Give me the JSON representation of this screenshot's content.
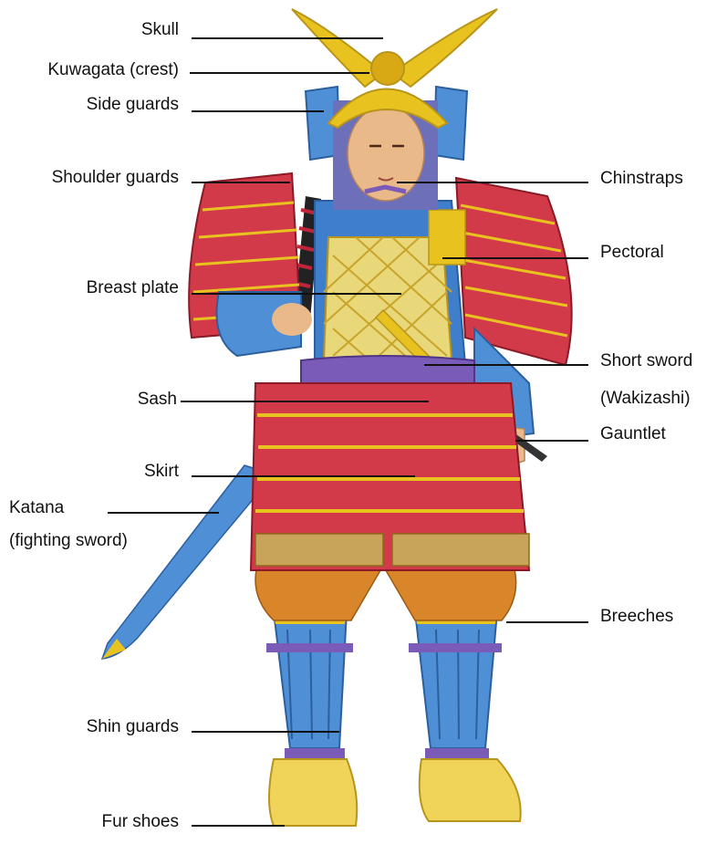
{
  "labels": {
    "skull": "Skull",
    "kuwagata": "Kuwagata (crest)",
    "side_guards": "Side guards",
    "shoulder_guards": "Shoulder guards",
    "breast_plate": "Breast plate",
    "sash": "Sash",
    "skirt": "Skirt",
    "katana_line1": "Katana",
    "katana_line2": "(fighting sword)",
    "shin_guards": "Shin guards",
    "fur_shoes": "Fur shoes",
    "chinstraps": "Chinstraps",
    "pectoral": "Pectoral",
    "short_sword_line1": "Short sword",
    "short_sword_line2": "(Wakizashi)",
    "gauntlet": "Gauntlet",
    "breeches": "Breeches"
  },
  "colors": {
    "armor_blue": "#4f8fd6",
    "armor_red": "#d23a4a",
    "gold": "#e8c21e",
    "purple_cord": "#7a5bb8",
    "skin": "#e9b98a",
    "fur_orange": "#d9862a",
    "leader_line": "#111111"
  }
}
